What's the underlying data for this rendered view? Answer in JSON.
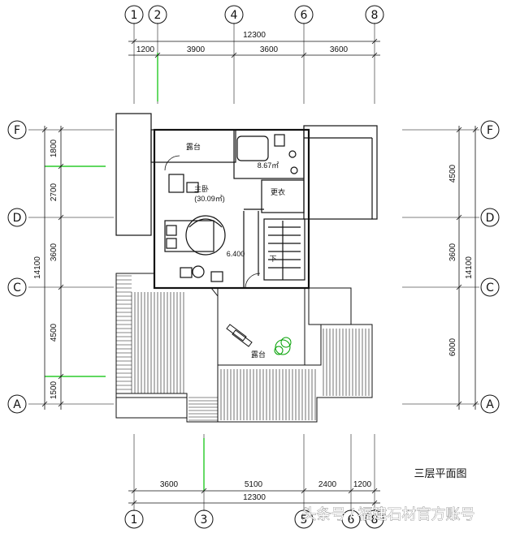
{
  "top_dims": {
    "total": "12300",
    "segments": [
      "1200",
      "3900",
      "3600",
      "3600"
    ]
  },
  "bottom_dims": {
    "total": "12300",
    "segments": [
      "3600",
      "5100",
      "2400",
      "1200"
    ]
  },
  "left_dims": {
    "total": "14100",
    "segments": [
      "1800",
      "2700",
      "3600",
      "4500",
      "1500"
    ]
  },
  "right_dims": {
    "total": "14100",
    "segments": [
      "4500",
      "3600",
      "6000"
    ]
  },
  "axes": {
    "top": [
      "1",
      "2",
      "4",
      "6",
      "8"
    ],
    "bottom": [
      "1",
      "3",
      "5",
      "6",
      "8"
    ],
    "left": [
      "F",
      "D",
      "C",
      "A"
    ],
    "right": [
      "F",
      "D",
      "C",
      "A"
    ]
  },
  "rooms": {
    "balcony_north": "露台",
    "master_bedroom": "主卧",
    "master_area": "(30.09㎡)",
    "bathroom": "8.67㎡",
    "dressing": "更衣",
    "level": "6.400",
    "stair_down": "下",
    "terrace_south": "露台"
  },
  "drawing_title": "三层平面图",
  "watermark": "头条号 / 福建石材官方账号",
  "colors": {
    "line": "#111111",
    "grid": "#555555",
    "accent_green": "#00c000"
  }
}
